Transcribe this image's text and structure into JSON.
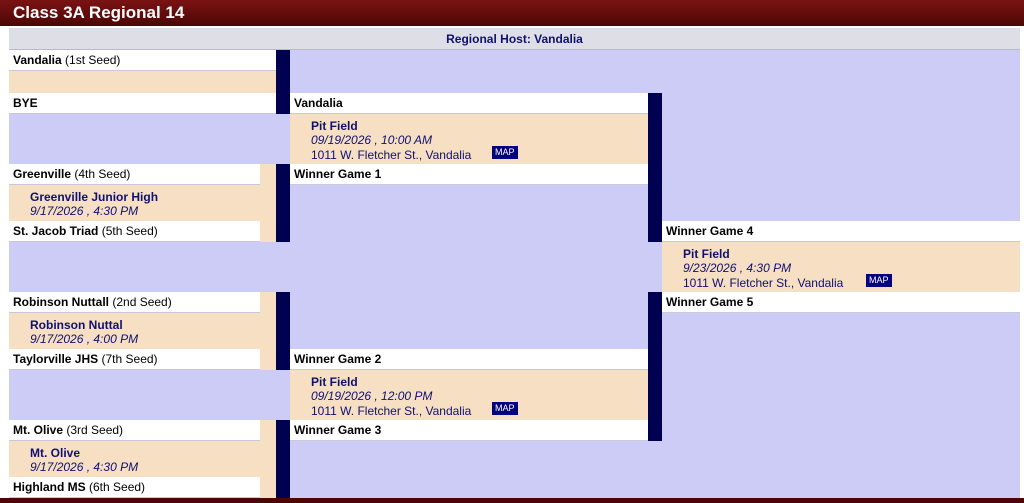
{
  "title": "Class 3A Regional 14",
  "host": "Regional Host: Vandalia",
  "round1": {
    "t1": {
      "name": "Vandalia",
      "seed": "(1st Seed)"
    },
    "t2": {
      "name": "BYE",
      "seed": ""
    },
    "t3": {
      "name": "Greenville",
      "seed": "(4th Seed)"
    },
    "g1": {
      "location": "Greenville Junior High",
      "datetime": "9/17/2026 , 4:30 PM"
    },
    "t4": {
      "name": "St. Jacob Triad",
      "seed": "(5th Seed)"
    },
    "t5": {
      "name": "Robinson Nuttall",
      "seed": "(2nd Seed)"
    },
    "g2": {
      "location": "Robinson Nuttal",
      "datetime": "9/17/2026 , 4:00 PM"
    },
    "t6": {
      "name": "Taylorville JHS",
      "seed": "(7th Seed)"
    },
    "t7": {
      "name": "Mt. Olive",
      "seed": "(3rd Seed)"
    },
    "g3": {
      "location": "Mt. Olive",
      "datetime": "9/17/2026 , 4:30 PM"
    },
    "t8": {
      "name": "Highland MS",
      "seed": "(6th Seed)"
    }
  },
  "round2": {
    "a1": "Vandalia",
    "gA": {
      "location": "Pit Field",
      "datetime": "09/19/2026 , 10:00 AM",
      "address": "1011 W. Fletcher St., Vandalia",
      "map": "MAP"
    },
    "a2": "Winner Game 1",
    "b1": "Winner Game 2",
    "gB": {
      "location": "Pit Field",
      "datetime": "09/19/2026 , 12:00 PM",
      "address": "1011 W. Fletcher St., Vandalia",
      "map": "MAP"
    },
    "b2": "Winner Game 3"
  },
  "final": {
    "f1": "Winner Game 4",
    "gF": {
      "location": "Pit Field",
      "datetime": "9/23/2026 , 4:30 PM",
      "address": "1011 W. Fletcher St., Vandalia",
      "map": "MAP"
    },
    "f2": "Winner Game 5"
  }
}
